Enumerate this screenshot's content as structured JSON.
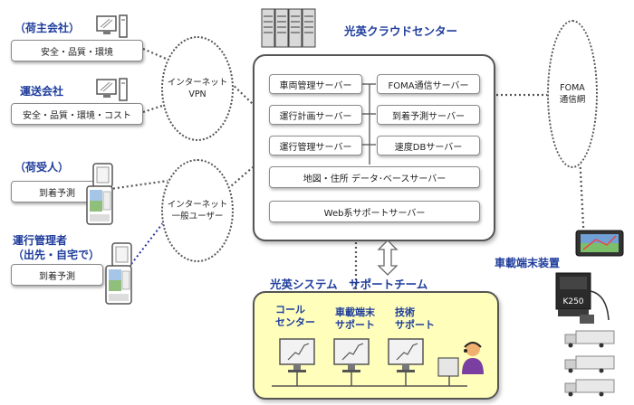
{
  "clients": {
    "shipper": {
      "title": "（荷主会社）",
      "role": "安全・品質・環境"
    },
    "carrier": {
      "title": "運送会社",
      "role": "安全・品質・環境・コスト"
    },
    "consignee": {
      "title": "（荷受人）",
      "role": "到着予測"
    },
    "manager": {
      "title_line1": "運行管理者",
      "title_line2": "（出先・自宅で）",
      "role": "到着予測"
    }
  },
  "networks": {
    "internet_vpn": {
      "line1": "インターネット",
      "line2": "VPN"
    },
    "internet_general": {
      "line1": "インターネット",
      "line2": "一般ユーザー"
    },
    "foma_network": {
      "line1": "FOMA",
      "line2": "通信網"
    }
  },
  "center": {
    "title": "光英クラウドセンター",
    "servers": {
      "vehicle_mgmt": "車両管理サーバー",
      "foma_comm": "FOMA通信サーバー",
      "operation_plan": "運行計画サーバー",
      "arrival_forecast": "到着予測サーバー",
      "operation_mgmt": "運行管理サーバー",
      "speed_db": "速度DBサーバー",
      "map_address_db": "地図・住所 データ･ベースサーバー",
      "web_support": "Web系サポートサーバー"
    }
  },
  "support_team": {
    "title": "光英システム　サポートチーム",
    "call_center": {
      "line1": "コール",
      "line2": "センター"
    },
    "terminal_support": {
      "line1": "車載端末",
      "line2": "サポート"
    },
    "tech_support": {
      "line1": "技術",
      "line2": "サポート"
    }
  },
  "onboard": {
    "title": "車載端末装置",
    "device_model": "K250"
  }
}
